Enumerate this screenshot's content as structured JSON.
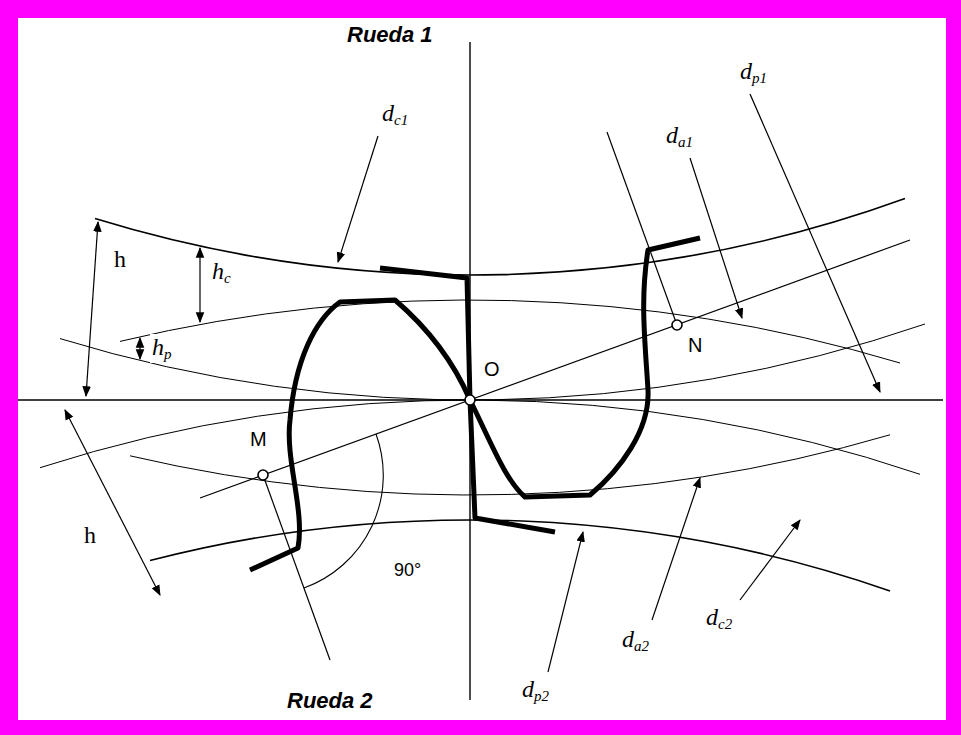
{
  "diagram": {
    "labels": [
      "Rueda 1",
      "dc1",
      "dp1",
      "da1",
      "h",
      "hc",
      "hp",
      "h",
      "O",
      "N",
      "M",
      "90°",
      "da2",
      "dc2",
      "dp2",
      "Rueda 2"
    ]
  }
}
